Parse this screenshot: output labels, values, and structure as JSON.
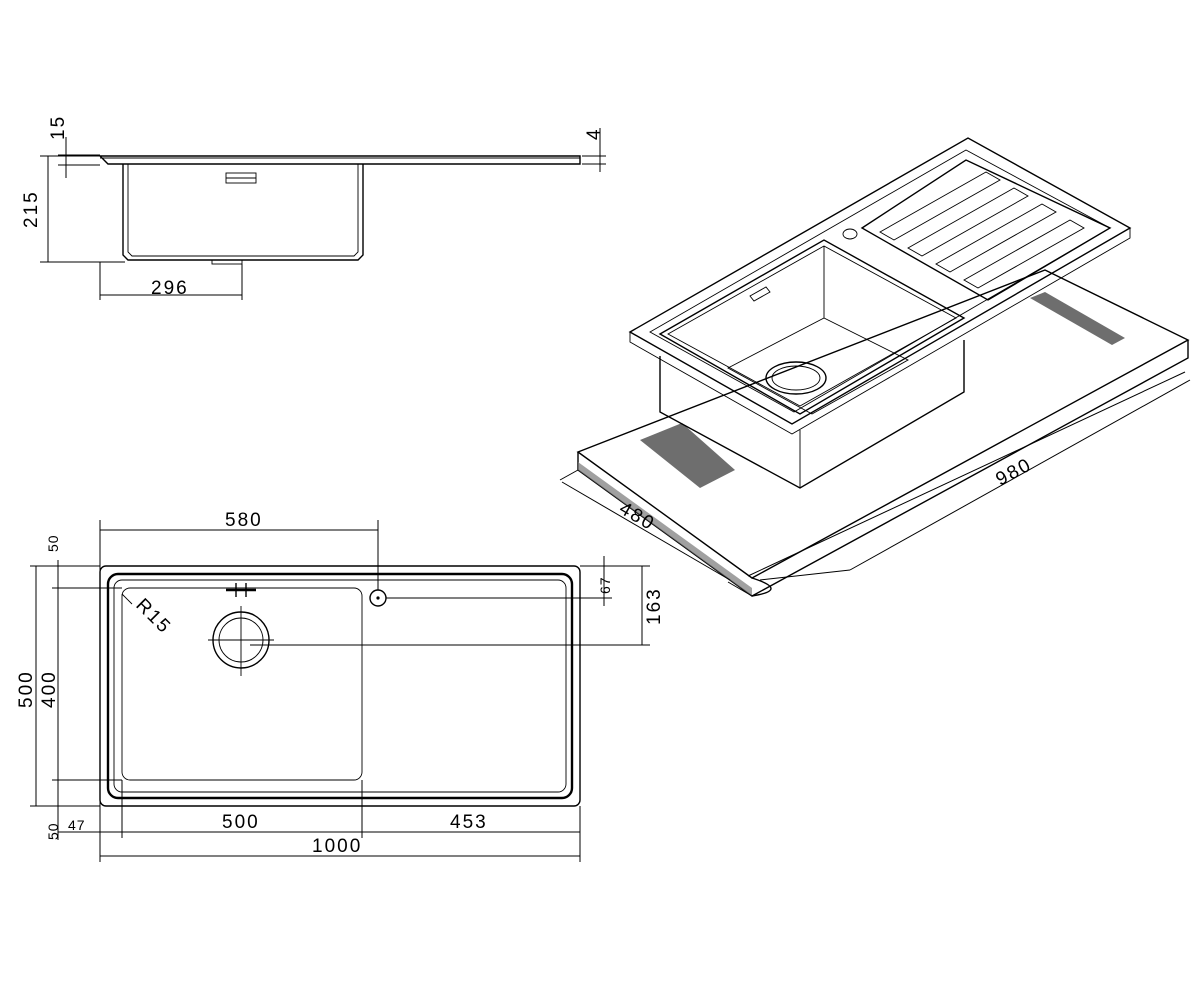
{
  "dimensions": {
    "side_lip": "15",
    "side_thickness": "4",
    "side_depth": "215",
    "side_drain_offset": "296",
    "iso_depth": "480",
    "iso_length": "980",
    "top_580": "580",
    "top_50_top": "50",
    "top_67": "67",
    "top_163": "163",
    "top_radius": "R15",
    "top_500_height": "500",
    "top_400_height": "400",
    "top_50_bottom": "50",
    "top_47": "47",
    "top_500_width": "500",
    "top_453": "453",
    "top_1000": "1000"
  }
}
